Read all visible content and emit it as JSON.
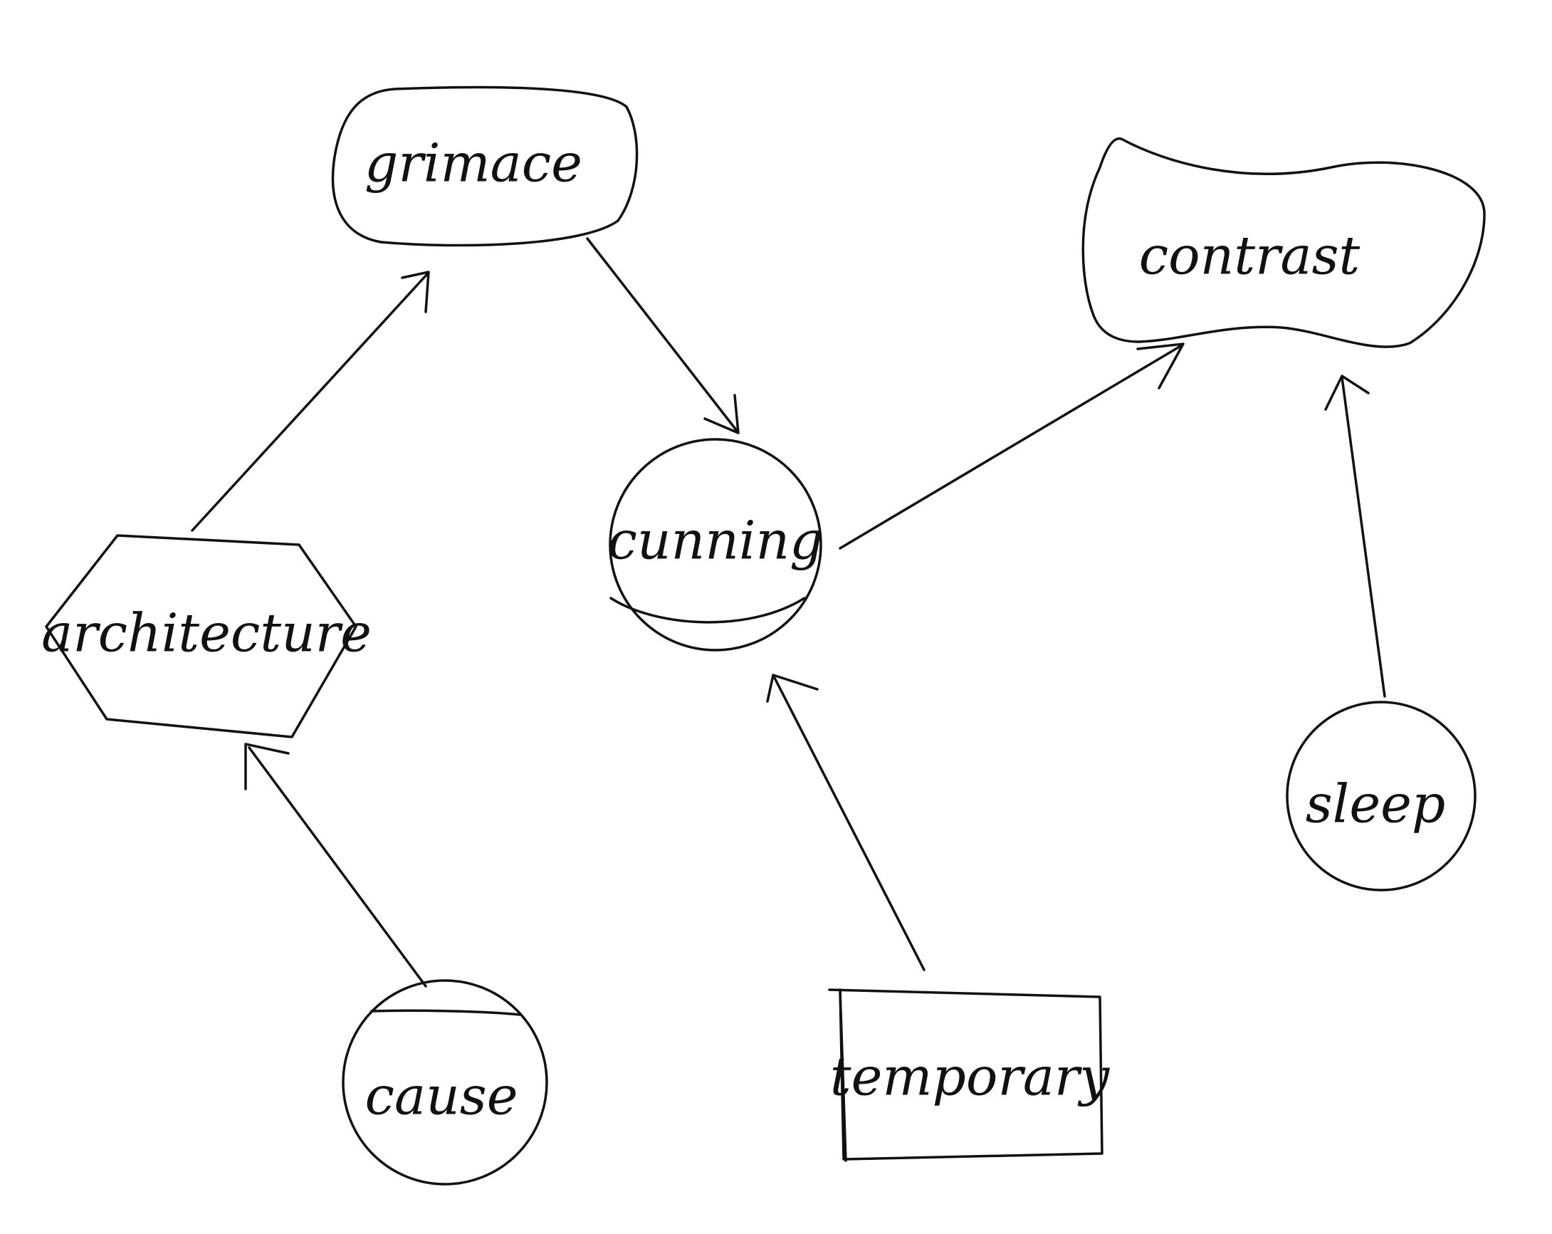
{
  "diagram": {
    "nodes": [
      {
        "id": "grimace",
        "label": "grimace",
        "shape": "rounded-blob"
      },
      {
        "id": "contrast",
        "label": "contrast",
        "shape": "cloud-blob"
      },
      {
        "id": "cunning",
        "label": "cunning",
        "shape": "circle"
      },
      {
        "id": "architecture",
        "label": "architecture",
        "shape": "hexagon"
      },
      {
        "id": "sleep",
        "label": "sleep",
        "shape": "circle"
      },
      {
        "id": "cause",
        "label": "cause",
        "shape": "circle"
      },
      {
        "id": "temporary",
        "label": "temporary",
        "shape": "rectangle"
      }
    ],
    "edges": [
      {
        "from": "architecture",
        "to": "grimace"
      },
      {
        "from": "grimace",
        "to": "cunning"
      },
      {
        "from": "cunning",
        "to": "contrast"
      },
      {
        "from": "sleep",
        "to": "contrast"
      },
      {
        "from": "cause",
        "to": "architecture"
      },
      {
        "from": "temporary",
        "to": "cunning"
      }
    ]
  }
}
